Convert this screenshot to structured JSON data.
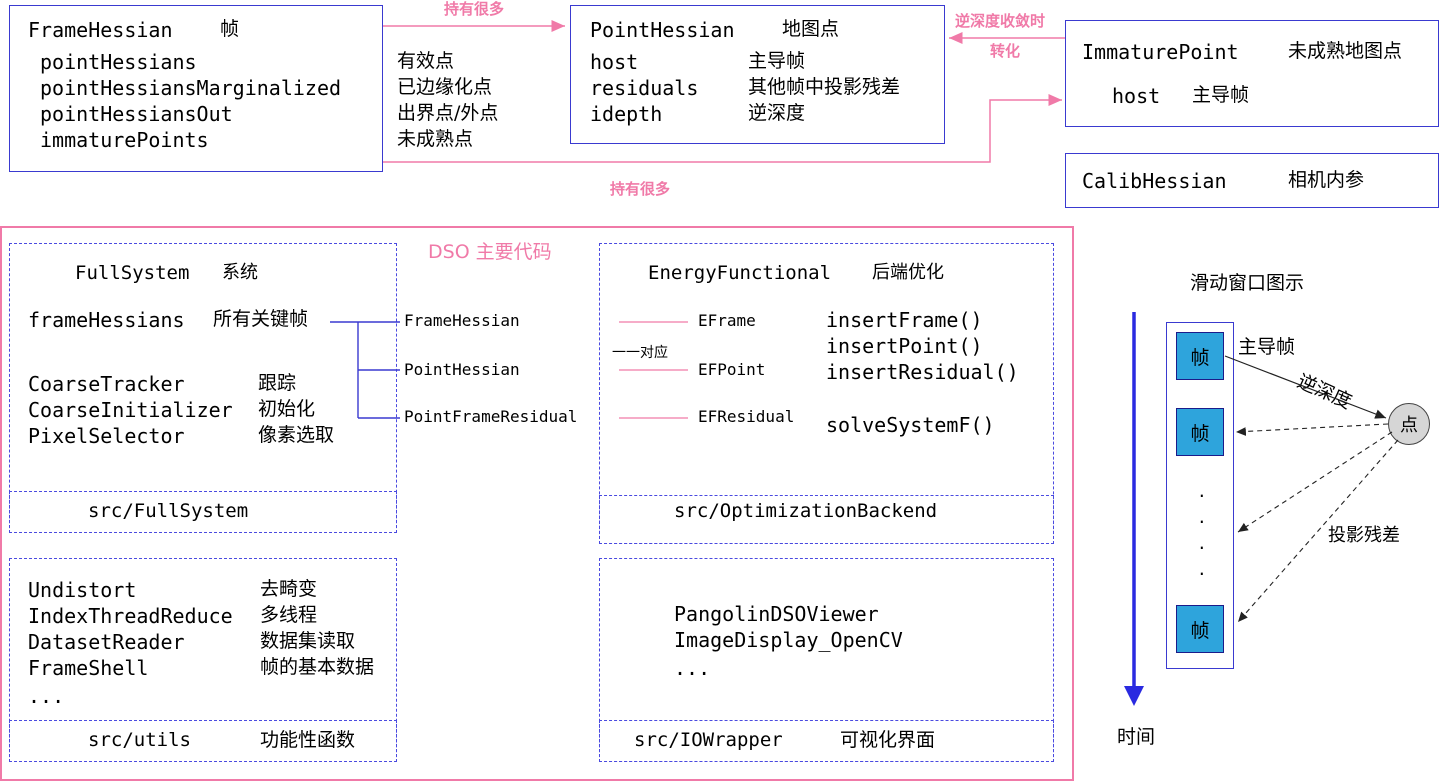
{
  "top": {
    "frame_hessian": {
      "title": "FrameHessian",
      "title_cn": "帧",
      "fields": [
        {
          "name": "pointHessians",
          "desc": "有效点"
        },
        {
          "name": "pointHessiansMarginalized",
          "desc": "已边缘化点"
        },
        {
          "name": "pointHessiansOut",
          "desc": "出界点/外点"
        },
        {
          "name": "immaturePoints",
          "desc": "未成熟点"
        }
      ]
    },
    "point_hessian": {
      "title": "PointHessian",
      "title_cn": "地图点",
      "fields": [
        {
          "name": "host",
          "desc": "主导帧"
        },
        {
          "name": "residuals",
          "desc": "其他帧中投影残差"
        },
        {
          "name": "idepth",
          "desc": "逆深度"
        }
      ]
    },
    "immature_point": {
      "title": "ImmaturePoint",
      "title_cn": "未成熟地图点",
      "field": "host",
      "field_desc": "主导帧"
    },
    "calib_hessian": {
      "title": "CalibHessian",
      "title_cn": "相机内参"
    },
    "arrow_labels": {
      "holds_many_top": "持有很多",
      "holds_many_bottom": "持有很多",
      "convert_line1": "逆深度收敛时",
      "convert_line2": "转化"
    }
  },
  "dso": {
    "title": "DSO 主要代码",
    "fullsystem": {
      "title": "FullSystem",
      "title_cn": "系统",
      "frame_hessians": "frameHessians",
      "frame_hessians_desc": "所有关键帧",
      "items": [
        {
          "name": "CoarseTracker",
          "desc": "跟踪"
        },
        {
          "name": "CoarseInitializer",
          "desc": "初始化"
        },
        {
          "name": "PixelSelector",
          "desc": "像素选取"
        }
      ],
      "path": "src/FullSystem"
    },
    "links": {
      "left": [
        "FrameHessian",
        "PointHessian",
        "PointFrameResidual"
      ],
      "right": [
        "EFrame",
        "EFPoint",
        "EFResidual"
      ],
      "one_to_one": "一一对应"
    },
    "energy": {
      "title": "EnergyFunctional",
      "title_cn": "后端优化",
      "methods": [
        "insertFrame()",
        "insertPoint()",
        "insertResidual()",
        "solveSystemF()"
      ],
      "path": "src/OptimizationBackend"
    },
    "utils": {
      "items": [
        {
          "name": "Undistort",
          "desc": "去畸变"
        },
        {
          "name": "IndexThreadReduce",
          "desc": "多线程"
        },
        {
          "name": "DatasetReader",
          "desc": "数据集读取"
        },
        {
          "name": "FrameShell",
          "desc": "帧的基本数据"
        },
        {
          "name": "...",
          "desc": ""
        }
      ],
      "path": "src/utils",
      "path_desc": "功能性函数"
    },
    "iowrapper": {
      "items": [
        "PangolinDSOViewer",
        "ImageDisplay_OpenCV",
        "..."
      ],
      "path": "src/IOWrapper",
      "path_desc": "可视化界面"
    }
  },
  "sliding_window": {
    "title": "滑动窗口图示",
    "frame_label": "帧",
    "point_label": "点",
    "host_label": "主导帧",
    "inverse_depth": "逆深度",
    "residual": "投影残差",
    "dots": ".",
    "time": "时间"
  }
}
